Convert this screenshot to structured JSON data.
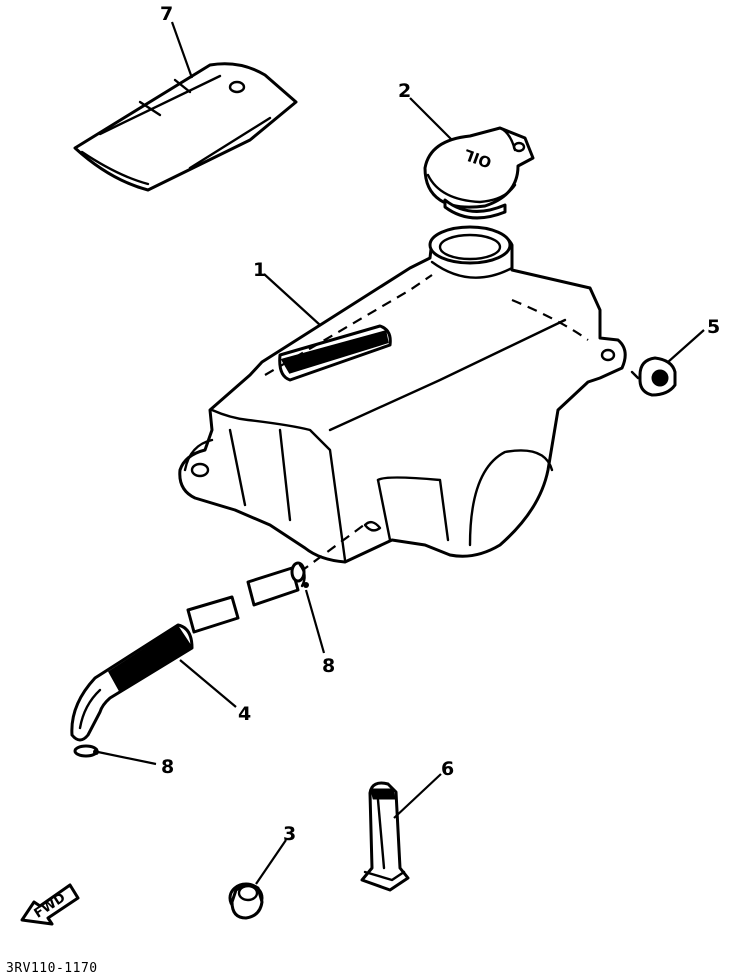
{
  "diagram_id": "3RV110-1170",
  "fwd_label": "FWD",
  "cap_embossed_text": "OIL",
  "callouts": [
    {
      "number": "1"
    },
    {
      "number": "2"
    },
    {
      "number": "3"
    },
    {
      "number": "4"
    },
    {
      "number": "5"
    },
    {
      "number": "6"
    },
    {
      "number": "7"
    },
    {
      "number": "8"
    },
    {
      "number": "8"
    }
  ]
}
